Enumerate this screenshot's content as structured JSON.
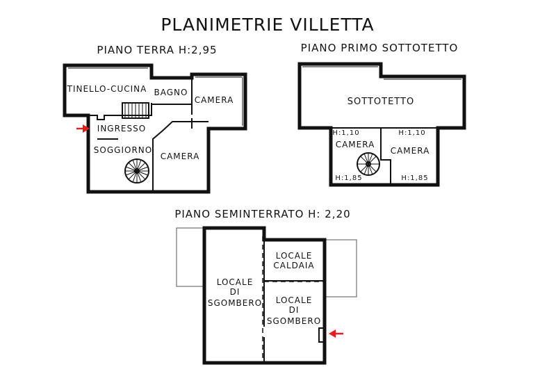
{
  "title": "PLANIMETRIE VILLETTA",
  "plans": {
    "ground": {
      "label": "PIANO TERRA H:2,95",
      "rooms": {
        "tinello": "TINELLO-CUCINA",
        "bagno": "BAGNO",
        "camera_top": "CAMERA",
        "ingresso": "INGRESSO",
        "soggiorno": "SOGGIORNO",
        "camera_bottom": "CAMERA"
      }
    },
    "first": {
      "label": "PIANO PRIMO SOTTOTETTO",
      "rooms": {
        "sottotetto": "SOTTOTETTO",
        "camera_left": "CAMERA",
        "camera_right": "CAMERA"
      },
      "heights": {
        "left_top": "H:1,10",
        "right_top": "H:1,10",
        "left_bottom": "H:1,85",
        "right_bottom": "H:1,85"
      }
    },
    "basement": {
      "label": "PIANO SEMINTERRATO H: 2,20",
      "rooms": {
        "locale_left": [
          "LOCALE",
          "DI",
          "SGOMBERO"
        ],
        "caldaia": [
          "LOCALE",
          "CALDAIA"
        ],
        "locale_right": [
          "LOCALE",
          "DI",
          "SGOMBERO"
        ]
      }
    }
  },
  "colors": {
    "line": "#111111",
    "arrow": "#e02020"
  },
  "icons": [
    "entrance-arrow-icon",
    "spiral-staircase-icon",
    "straight-staircase-icon"
  ]
}
